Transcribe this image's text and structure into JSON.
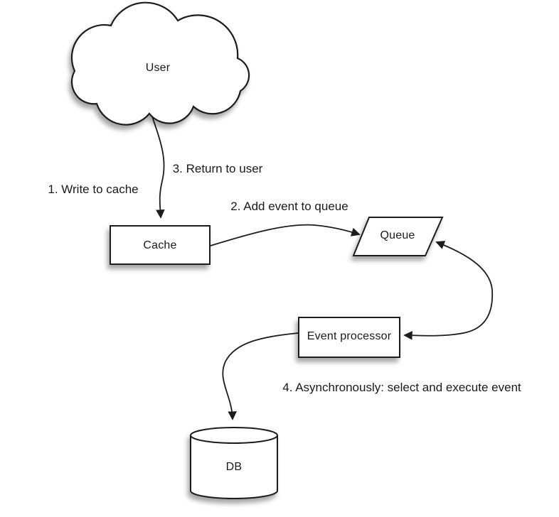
{
  "diagram": {
    "description": "Write-behind cache flow diagram",
    "colors": {
      "background": "#ffffff",
      "shape_fill": "#ffffff",
      "stroke": "#1c1c1c",
      "text": "#1a1a1a",
      "shadow": "rgba(0,0,0,0.35)"
    },
    "nodes": {
      "user": {
        "label": "User",
        "shape": "cloud"
      },
      "cache": {
        "label": "Cache",
        "shape": "rectangle"
      },
      "queue": {
        "label": "Queue",
        "shape": "parallelogram"
      },
      "event_processor": {
        "label": "Event processor",
        "shape": "rectangle"
      },
      "db": {
        "label": "DB",
        "shape": "cylinder"
      }
    },
    "labels": {
      "step1": "1. Write to cache",
      "step2": "2. Add event to queue",
      "step3": "3. Return to user",
      "step4": "4. Asynchronously: select and execute event"
    },
    "edges": [
      {
        "id": "user-cache",
        "from": "user",
        "to": "cache",
        "labels": [
          "1. Write to cache",
          "3. Return to user"
        ]
      },
      {
        "id": "cache-queue",
        "from": "cache",
        "to": "queue",
        "labels": [
          "2. Add event to queue"
        ]
      },
      {
        "id": "queue-event_processor",
        "from": "queue",
        "to": "event_processor",
        "bidirectional": true,
        "labels": []
      },
      {
        "id": "event_processor-db",
        "from": "event_processor",
        "to": "db",
        "labels": [
          "4. Asynchronously: select and execute event"
        ]
      }
    ]
  }
}
